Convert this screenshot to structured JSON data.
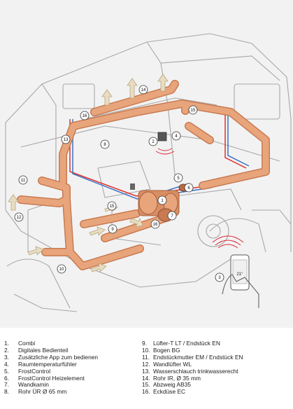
{
  "legend": [
    {
      "num": "1.",
      "text": "Combi"
    },
    {
      "num": "2.",
      "text": "Digitales Bedienteil"
    },
    {
      "num": "3.",
      "text": "Zusätzliche App zum bedienen"
    },
    {
      "num": "4.",
      "text": "Raumtemperaturfühler"
    },
    {
      "num": "5.",
      "text": "FrostControl"
    },
    {
      "num": "6.",
      "text": "FrostControl Heizelement"
    },
    {
      "num": "7.",
      "text": "Wandkamin"
    },
    {
      "num": "8.",
      "text": "Rohr ÜR Ø 65 mm"
    },
    {
      "num": "9.",
      "text": "Lüfter-T LT / Endstück EN"
    },
    {
      "num": "10.",
      "text": "Bogen BG"
    },
    {
      "num": "11.",
      "text": "Endstückmutter EM / Endstück EN"
    },
    {
      "num": "12.",
      "text": "Wandlüfter WL"
    },
    {
      "num": "13.",
      "text": "Wasserschlauch trinkwasserecht"
    },
    {
      "num": "14.",
      "text": "Rohr IR, Ø 35 mm"
    },
    {
      "num": "15.",
      "text": "Abzweig AB35"
    },
    {
      "num": "16.",
      "text": "Eckdüse EC"
    }
  ],
  "callouts": [
    "1",
    "2",
    "3",
    "4",
    "5",
    "6",
    "7",
    "8",
    "9",
    "10",
    "11",
    "12",
    "13",
    "14",
    "15",
    "16",
    "16",
    "15"
  ],
  "phone_label": "21°",
  "colors": {
    "duct": "#e8a57c",
    "duct_dark": "#c97a50",
    "airflow": "#e9dcc0",
    "water_red": "#e03030",
    "water_blue": "#3a6fc4",
    "outline": "#9a9a9a"
  }
}
